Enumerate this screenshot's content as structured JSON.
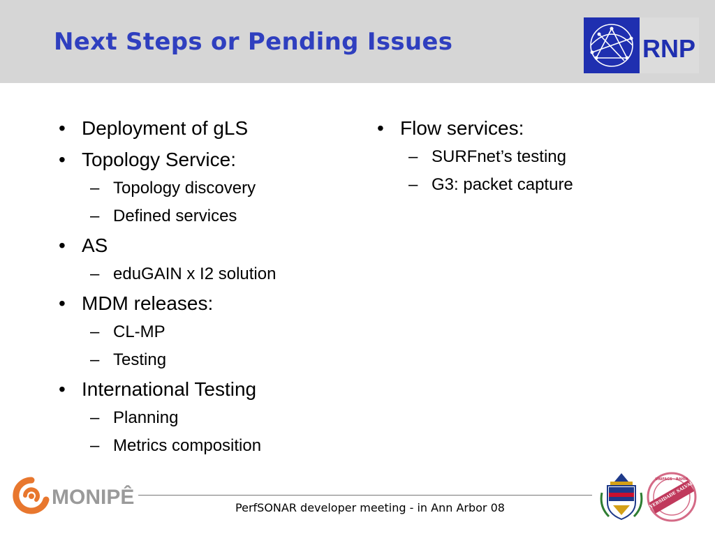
{
  "title": "Next Steps or Pending Issues",
  "logos": {
    "rnp": "RNP",
    "monipe": "MONIPÊ",
    "seal_text": "UNIVERSIDADE SALVADOR",
    "seal_ring": "UNIFACS · BAHIA"
  },
  "left_column": [
    {
      "text": "Deployment of gLS",
      "sub": []
    },
    {
      "text": "Topology Service:",
      "sub": [
        "Topology discovery",
        "Defined services"
      ]
    },
    {
      "text": "AS",
      "sub": [
        "eduGAIN x I2 solution"
      ]
    },
    {
      "text": "MDM releases:",
      "sub": [
        "CL-MP",
        "Testing"
      ]
    },
    {
      "text": "International Testing",
      "sub": [
        "Planning",
        "Metrics composition"
      ]
    }
  ],
  "right_column": [
    {
      "text": "Flow services:",
      "sub": [
        "SURFnet’s testing",
        "G3: packet capture"
      ]
    }
  ],
  "markers": {
    "bullet": "•",
    "dash": "–"
  },
  "footer": "PerfSONAR developer meeting - in Ann Arbor 08",
  "colors": {
    "title": "#2f3fbf",
    "header_bg": "#d6d6d6",
    "rnp_blue": "#1f2fb0",
    "monipe_orange": "#e8772e",
    "monipe_grey": "#9a9a9a"
  }
}
